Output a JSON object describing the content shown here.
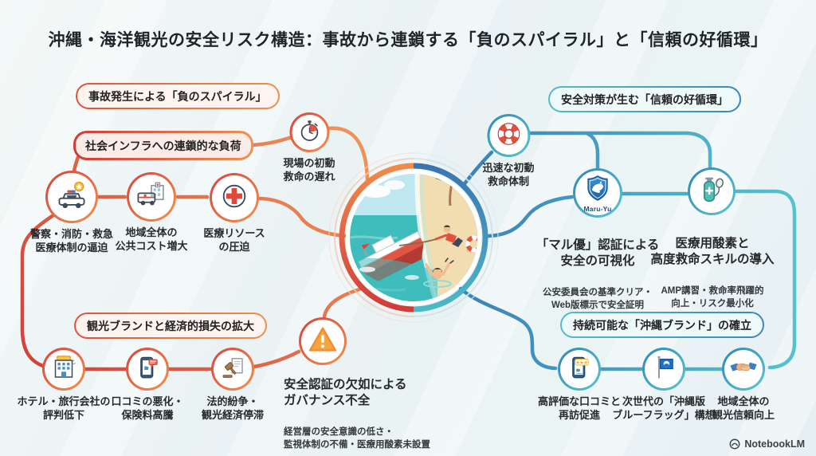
{
  "title": "沖縄・海洋観光の安全リスク構造：事故から連鎖する「負のスパイラル」と「信頼の好循環」",
  "watermark": {
    "label": "NotebookLM",
    "icon": "notebooklm-logo-icon"
  },
  "colors": {
    "negative_accent": "#d8453f",
    "negative_accent2": "#f0914f",
    "positive_accent": "#3a7fb8",
    "positive_accent2": "#55c4ce"
  },
  "negative": {
    "header": "事故発生による「負のスパイラル」",
    "infra_label": "社会インフラへの連鎖的な負荷",
    "brand_label": "観光ブランドと経済的損失の拡大",
    "nodes": {
      "delay": {
        "label": "現場の初動\n救命の遅れ",
        "icon": "stopwatch-icon"
      },
      "police": {
        "label": "警察・消防・救急\n医療体制の逼迫",
        "icon": "police-car-icon"
      },
      "cost": {
        "label": "地域全体の\n公共コスト増大",
        "icon": "ambulance-icon"
      },
      "medical": {
        "label": "医療リソース\nの圧迫",
        "icon": "red-cross-icon"
      },
      "hotel": {
        "label": "ホテル・旅行会社の\n評判低下",
        "icon": "hotel-icon"
      },
      "reviews": {
        "label": "口コミの悪化・\n保険料高騰",
        "icon": "bad-review-phone-icon"
      },
      "legal": {
        "label": "法的紛争・\n観光経済停滞",
        "icon": "gavel-icon"
      },
      "governance": {
        "label": "安全認証の欠如による\nガバナンス不全",
        "sub": "経営層の安全意識の低さ・\n監視体制の不備・医療用酸素未設置",
        "icon": "warning-icon"
      }
    }
  },
  "positive": {
    "header": "安全対策が生む「信頼の好循環」",
    "brand_label": "持続可能な「沖縄ブランド」の確立",
    "nodes": {
      "rescue": {
        "label": "迅速な初動\n救命体制",
        "icon": "lifebuoy-icon"
      },
      "maruyu": {
        "label": "「マル優」認証による\n安全の可視化",
        "sub": "公安委員会の基準クリア・\nWeb版標示で安全証明",
        "badge": "Maru-Yu",
        "icon": "dolphin-shield-icon"
      },
      "oxygen": {
        "label": "医療用酸素と\n高度救命スキルの導入",
        "sub": "AMP講習・救命率飛躍的\n向上・リスク最小化",
        "icon": "oxygen-tank-icon"
      },
      "goodreviews": {
        "label": "高評価な口コミと\n再訪促進",
        "icon": "review-stars-phone-icon"
      },
      "blueflag": {
        "label": "次世代の「沖縄版\nブルーフラッグ」構想",
        "icon": "blue-flag-icon"
      },
      "trust": {
        "label": "地域全体の\n観光信頼向上",
        "icon": "handshake-icon"
      }
    }
  }
}
